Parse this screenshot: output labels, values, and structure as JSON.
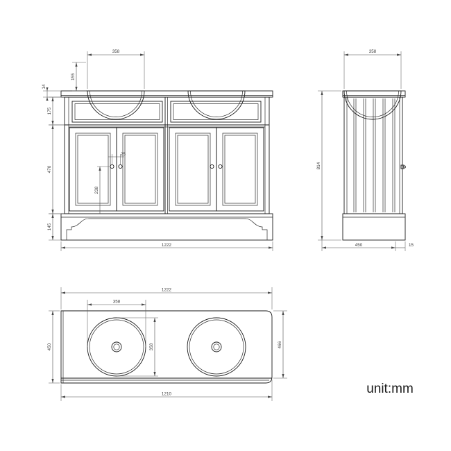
{
  "document": {
    "type": "technical-drawing",
    "subject": "Double basin bathroom vanity unit",
    "unit_label": "unit:mm",
    "background_color": "#ffffff",
    "line_color": "#1a1a1a",
    "dimension_text_color": "#3a3a3a"
  },
  "views": {
    "front": {
      "name": "Front elevation",
      "dimensions": {
        "basin_width": "358",
        "basin_height": "155",
        "countertop_thickness": "14",
        "drawer_height": "175",
        "door_height": "470",
        "plinth_height": "145",
        "knob_spacing": "25",
        "knob_height_from_base": "238",
        "overall_width": "1222"
      }
    },
    "side": {
      "name": "Side elevation",
      "dimensions": {
        "basin_width": "358",
        "overall_height": "814",
        "depth": "450",
        "overhang": "15"
      }
    },
    "plan": {
      "name": "Top plan view",
      "dimensions": {
        "overall_width_top": "1222",
        "basin_diameter": "358",
        "basin_inner": "358",
        "depth_left": "450",
        "depth_right": "466",
        "base_width": "1210"
      }
    }
  },
  "labels": {
    "front_basin_width": "358",
    "front_basin_height": "155",
    "front_top_thickness": "14",
    "front_drawer": "175",
    "front_door": "470",
    "front_plinth": "145",
    "front_knob_gap": "25",
    "front_knob_pos": "238",
    "front_overall_width": "1222",
    "side_basin_width": "358",
    "side_height": "814",
    "side_depth": "450",
    "side_overhang": "15",
    "plan_top_width": "1222",
    "plan_basin_dia": "358",
    "plan_basin_inner": "358",
    "plan_depth_left": "450",
    "plan_depth_right": "466",
    "plan_base_width": "1210",
    "unit": "unit:mm"
  }
}
